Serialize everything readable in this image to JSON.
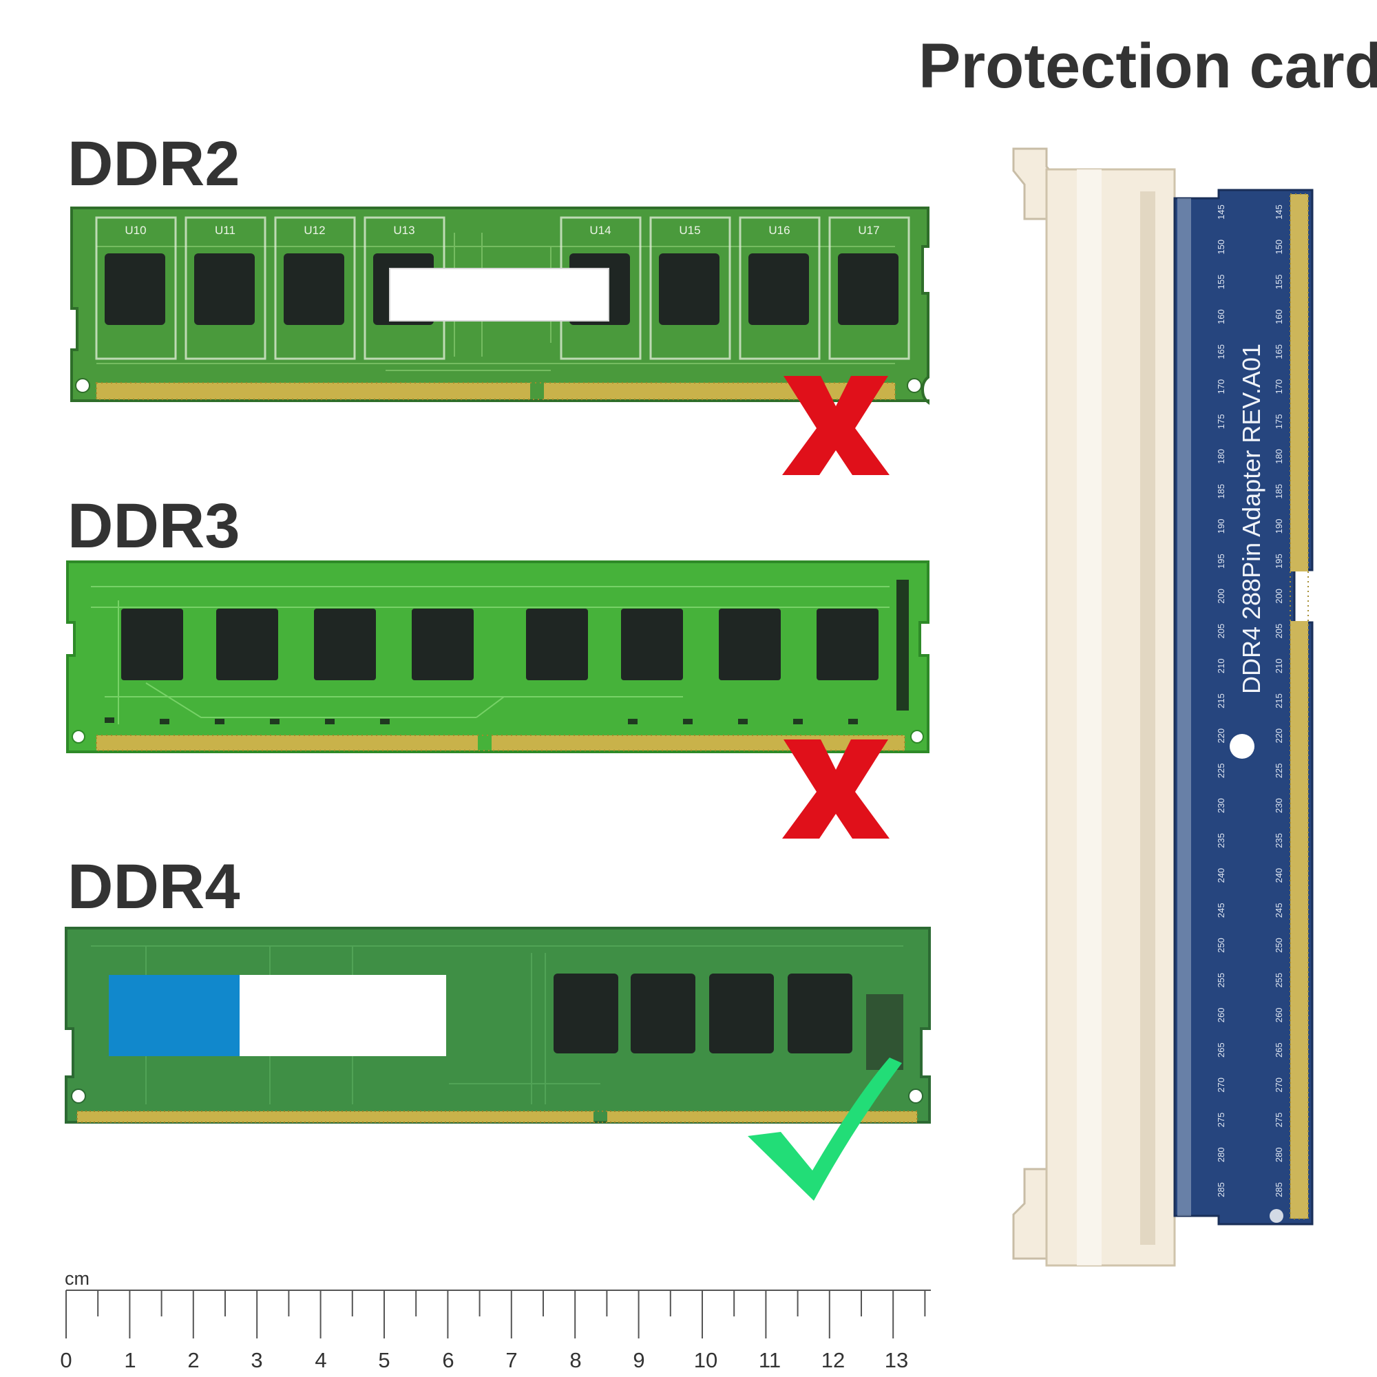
{
  "page": {
    "title": "Protection card"
  },
  "modules": [
    {
      "name": "DDR2",
      "chip_labels": [
        "U10",
        "U11",
        "U12",
        "U13",
        "U14",
        "U15",
        "U16",
        "U17"
      ],
      "status": "not compatible",
      "status_icon": "red-cross-icon"
    },
    {
      "name": "DDR3",
      "status": "not compatible",
      "status_icon": "red-cross-icon"
    },
    {
      "name": "DDR4",
      "status": "compatible",
      "status_icon": "green-check-icon"
    }
  ],
  "adapter": {
    "board_label": "DDR4  288Pin  Adapter  REV.A01",
    "pin_numbers": [
      "145",
      "150",
      "155",
      "160",
      "165",
      "170",
      "175",
      "180",
      "185",
      "190",
      "195",
      "200",
      "205",
      "210",
      "215",
      "220",
      "225",
      "230",
      "235",
      "240",
      "245",
      "250",
      "255",
      "260",
      "265",
      "270",
      "275",
      "280",
      "285"
    ]
  },
  "ruler": {
    "unit": "cm",
    "labels": [
      "0",
      "1",
      "2",
      "3",
      "4",
      "5",
      "6",
      "7",
      "8",
      "9",
      "10",
      "11",
      "12",
      "13"
    ]
  },
  "colors": {
    "pcb_ddr2": "#4a9a3c",
    "pcb_ddr3": "#46b23a",
    "pcb_ddr4": "#3f8f45",
    "chip": "#1f2623",
    "gold": "#c9b24a",
    "cross": "#e0101a",
    "check": "#22dd77",
    "slot": "#f4ecdd",
    "adapter_board": "#26457e"
  }
}
